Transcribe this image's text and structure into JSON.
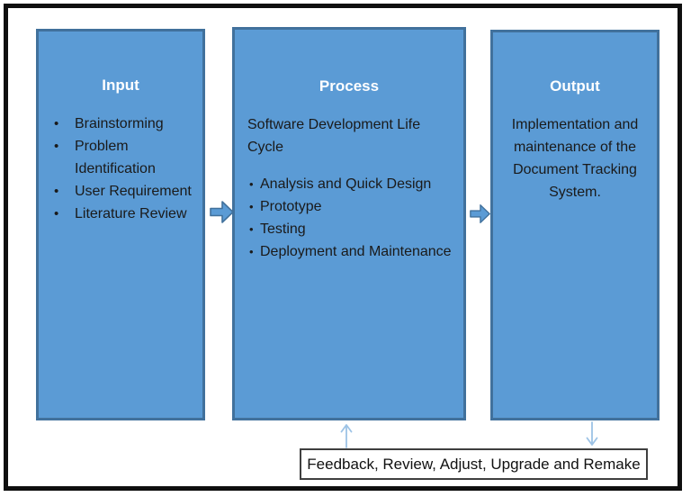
{
  "colors": {
    "background": "#FFFFFF",
    "frame": "#0F0F0F",
    "box_fill": "#5B9BD5",
    "box_border": "#41719C",
    "arrow_fill": "#5B9BD5",
    "arrow_border": "#41719C",
    "connector": "#9DC3E6",
    "feedback_border": "#3F3F3F",
    "title_text": "#FFFFFF",
    "body_text": "#1A1A1A"
  },
  "boxes": [
    {
      "title": "Input",
      "bullets": [
        "Brainstorming",
        "Problem Identification",
        "User Requirement",
        "Literature Review"
      ]
    },
    {
      "title": "Process",
      "intro": "Software Development Life Cycle",
      "bullets": [
        "Analysis and Quick Design",
        "Prototype",
        "Testing",
        "Deployment and Maintenance"
      ]
    },
    {
      "title": "Output",
      "body": "Implementation and maintenance of the Document Tracking System."
    }
  ],
  "bullet_glyph": "●",
  "feedback": {
    "label": "Feedback, Review, Adjust, Upgrade and Remake"
  },
  "icons": {
    "flow_arrow_1": "block-arrow-right",
    "flow_arrow_2": "block-arrow-right",
    "feedback_to_process": "thin-arrow-up",
    "output_to_feedback": "thin-arrow-down"
  }
}
